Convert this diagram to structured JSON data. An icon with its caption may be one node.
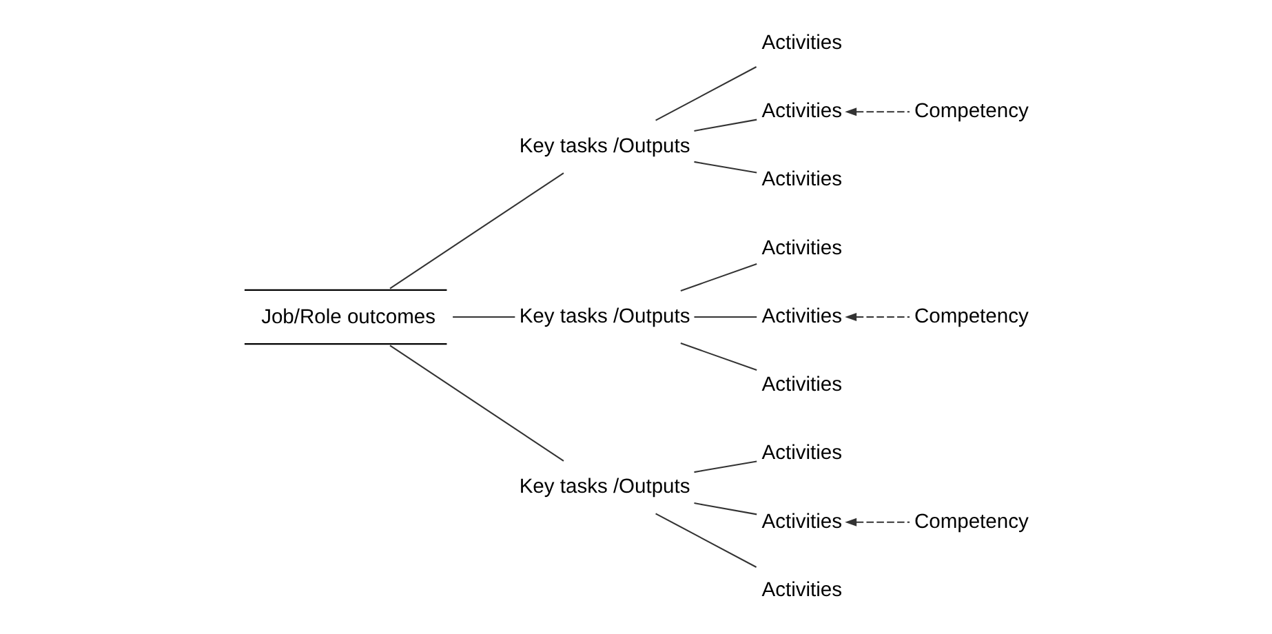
{
  "diagram": {
    "nodes": [
      {
        "text": [
          "Job/Role outcomes"
        ]
      },
      {
        "text": [
          "Key tasks /Outputs"
        ]
      },
      {
        "text": [
          "Activities"
        ]
      },
      {
        "text": [
          "Activities"
        ]
      },
      {
        "text": [
          "Activities"
        ]
      },
      {
        "text": [
          "Competency"
        ]
      },
      {
        "text": [
          "Key tasks /Outputs"
        ]
      },
      {
        "text": [
          "Activities"
        ]
      },
      {
        "text": [
          "Activities"
        ]
      },
      {
        "text": [
          "Activities"
        ]
      },
      {
        "text": [
          "Competency"
        ]
      },
      {
        "text": [
          "Key tasks /Outputs"
        ]
      },
      {
        "text": [
          "Activities"
        ]
      },
      {
        "text": [
          "Activities"
        ]
      },
      {
        "text": [
          "Activities"
        ]
      },
      {
        "text": [
          "Competency"
        ]
      }
    ],
    "edges": [
      {
        "from": 0,
        "to": 1,
        "arrow": "none"
      },
      {
        "from": 0,
        "to": 6,
        "arrow": "none"
      },
      {
        "from": 0,
        "to": 11,
        "arrow": "none"
      },
      {
        "from": 1,
        "to": 2,
        "arrow": "none"
      },
      {
        "from": 1,
        "to": 3,
        "arrow": "none"
      },
      {
        "from": 1,
        "to": 4,
        "arrow": "none"
      },
      {
        "from": 5,
        "to": 3,
        "arrow": "to",
        "style": "dashed"
      },
      {
        "from": 6,
        "to": 7,
        "arrow": "none"
      },
      {
        "from": 6,
        "to": 8,
        "arrow": "none"
      },
      {
        "from": 6,
        "to": 9,
        "arrow": "none"
      },
      {
        "from": 10,
        "to": 8,
        "arrow": "to",
        "style": "dashed"
      },
      {
        "from": 11,
        "to": 12,
        "arrow": "none"
      },
      {
        "from": 11,
        "to": 13,
        "arrow": "none"
      },
      {
        "from": 11,
        "to": 14,
        "arrow": "none"
      },
      {
        "from": 15,
        "to": 13,
        "arrow": "to",
        "style": "dashed"
      }
    ]
  }
}
